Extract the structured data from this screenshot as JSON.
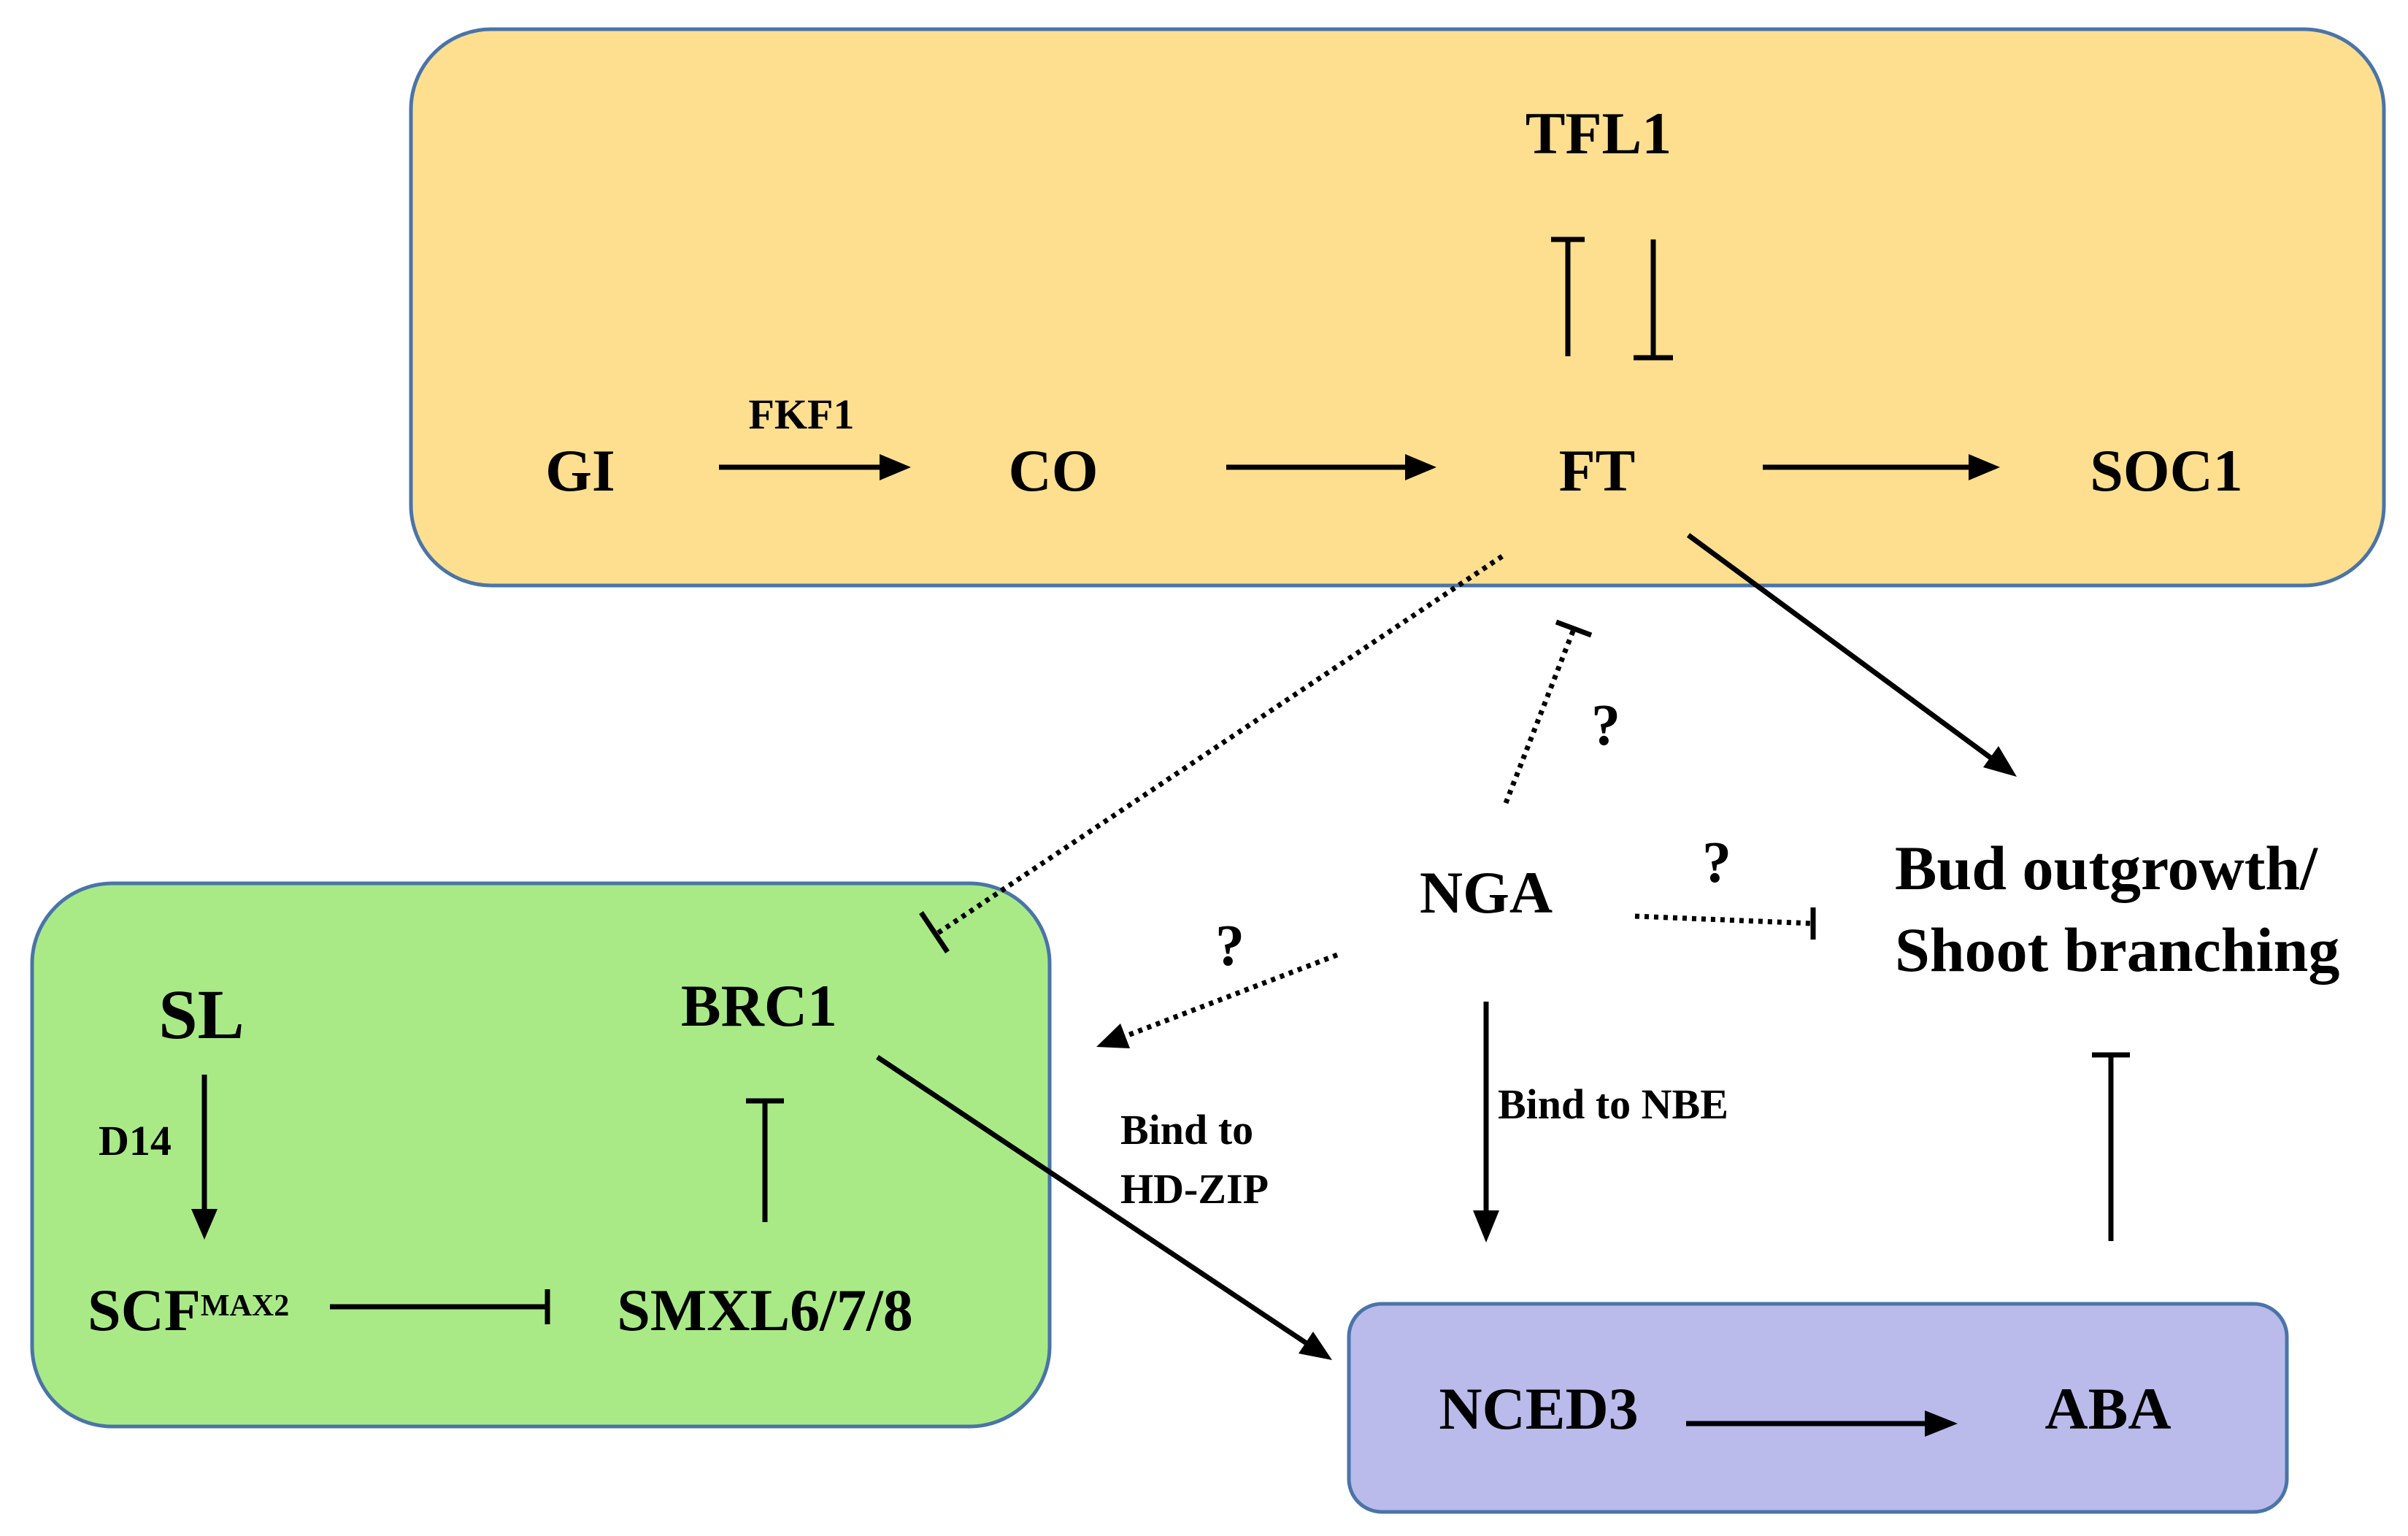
{
  "colors": {
    "flowering_box": "#fddf8f",
    "branching_box": "#a9ea87",
    "aba_box": "#babbeb",
    "box_border": "#4a74a8"
  },
  "nodes": {
    "tfl1": "TFL1",
    "gi": "GI",
    "fkf1": "FKF1",
    "co": "CO",
    "ft": "FT",
    "soc1": "SOC1",
    "sl": "SL",
    "d14": "D14",
    "scf": "SCF",
    "scf_sup": "MAX2",
    "brc1": "BRC1",
    "smxl": "SMXL6/7/8",
    "nga": "NGA",
    "bud_line1": "Bud outgrowth/",
    "bud_line2": "Shoot branching",
    "nced3": "NCED3",
    "aba": "ABA"
  },
  "edge_labels": {
    "q_ft_nga": "?",
    "q_nga_bud": "?",
    "q_nga_brc1": "?",
    "bind_hdzip_line1": "Bind to",
    "bind_hdzip_line2": "HD-ZIP",
    "bind_nbe": "Bind to NBE"
  }
}
